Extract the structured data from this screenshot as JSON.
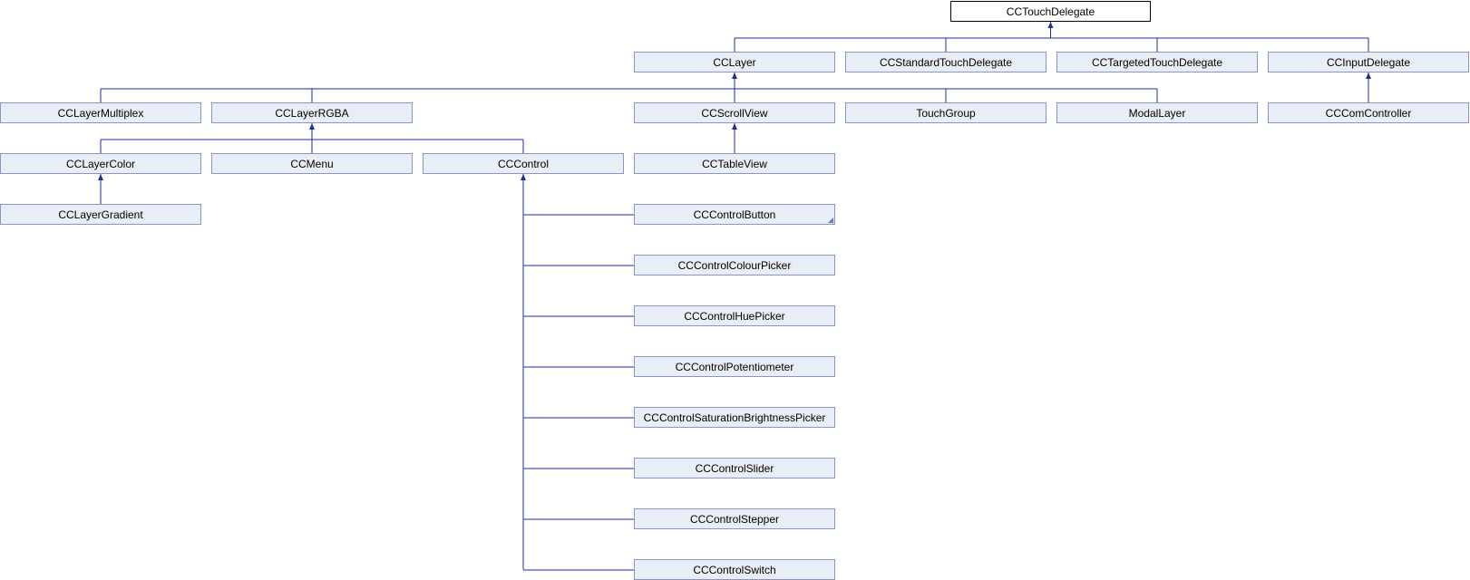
{
  "diagram": {
    "type": "class-inheritance-graph",
    "colors": {
      "node_fill": "#e8edf6",
      "node_border": "#8497c9",
      "root_fill": "#ffffff",
      "root_border": "#000000",
      "edge": "#1e2f91"
    },
    "nodes": {
      "touch_delegate": "CCTouchDelegate",
      "layer": "CCLayer",
      "standard_touch_delegate": "CCStandardTouchDelegate",
      "targeted_touch_delegate": "CCTargetedTouchDelegate",
      "input_delegate": "CCInputDelegate",
      "layer_multiplex": "CCLayerMultiplex",
      "layer_rgba": "CCLayerRGBA",
      "scroll_view": "CCScrollView",
      "touch_group": "TouchGroup",
      "modal_layer": "ModalLayer",
      "com_controller": "CCComController",
      "layer_color": "CCLayerColor",
      "menu": "CCMenu",
      "control": "CCControl",
      "table_view": "CCTableView",
      "layer_gradient": "CCLayerGradient",
      "control_button": "CCControlButton",
      "control_colour_picker": "CCControlColourPicker",
      "control_hue_picker": "CCControlHuePicker",
      "control_potentiometer": "CCControlPotentiometer",
      "control_saturation_brightness_picker": "CCControlSaturationBrightnessPicker",
      "control_slider": "CCControlSlider",
      "control_stepper": "CCControlStepper",
      "control_switch": "CCControlSwitch"
    },
    "edges": [
      [
        "touch_delegate",
        "layer"
      ],
      [
        "touch_delegate",
        "standard_touch_delegate"
      ],
      [
        "touch_delegate",
        "targeted_touch_delegate"
      ],
      [
        "touch_delegate",
        "input_delegate"
      ],
      [
        "layer",
        "layer_multiplex"
      ],
      [
        "layer",
        "layer_rgba"
      ],
      [
        "layer",
        "scroll_view"
      ],
      [
        "layer",
        "touch_group"
      ],
      [
        "layer",
        "modal_layer"
      ],
      [
        "input_delegate",
        "com_controller"
      ],
      [
        "layer_rgba",
        "layer_color"
      ],
      [
        "layer_rgba",
        "menu"
      ],
      [
        "layer_rgba",
        "control"
      ],
      [
        "scroll_view",
        "table_view"
      ],
      [
        "layer_color",
        "layer_gradient"
      ],
      [
        "control",
        "control_button"
      ],
      [
        "control",
        "control_colour_picker"
      ],
      [
        "control",
        "control_hue_picker"
      ],
      [
        "control",
        "control_potentiometer"
      ],
      [
        "control",
        "control_saturation_brightness_picker"
      ],
      [
        "control",
        "control_slider"
      ],
      [
        "control",
        "control_stepper"
      ],
      [
        "control",
        "control_switch"
      ]
    ]
  }
}
